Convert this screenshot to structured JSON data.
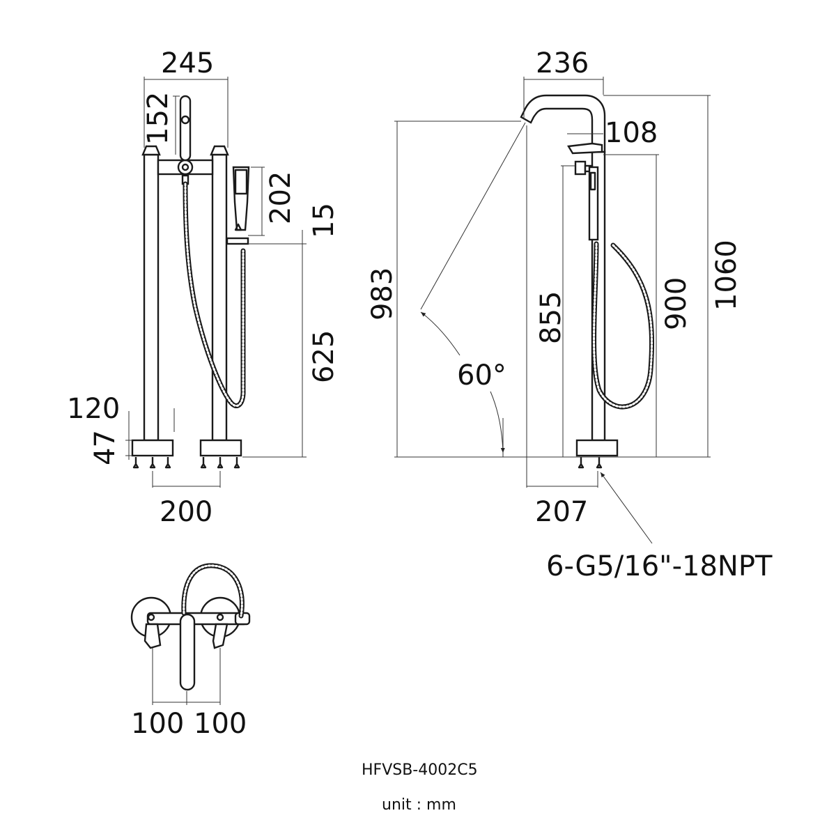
{
  "front_view": {
    "dims": {
      "overall_width": "245",
      "spout_height": "152",
      "handshower_length": "202",
      "holder_gap": "15",
      "holder_height": "625",
      "leg_spacing": "120",
      "base_height": "47",
      "inlet_spacing": "200"
    }
  },
  "side_view": {
    "dims": {
      "spout_reach": "236",
      "handle_offset": "108",
      "spout_outlet_height": "983",
      "handle_height": "855",
      "holder_top_height": "900",
      "overall_height": "1060",
      "spray_angle": "60°",
      "base_depth": "207"
    },
    "connection_label": "6-G5/16\"-18NPT"
  },
  "top_view": {
    "dims": {
      "left_spacing": "100",
      "right_spacing": "100"
    }
  },
  "model": "HFVSB-4002C5",
  "unit": "unit : mm"
}
